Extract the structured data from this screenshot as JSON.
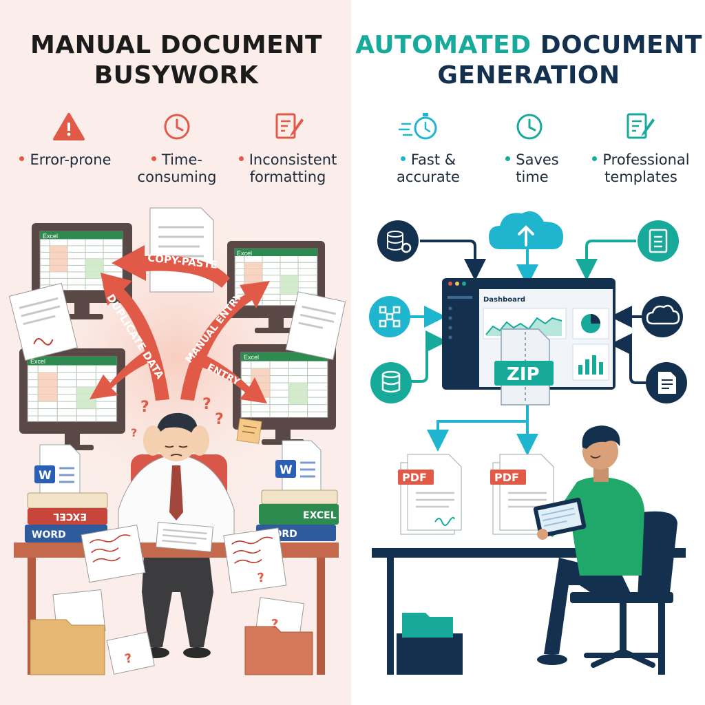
{
  "left": {
    "title_line1": "MANUAL DOCUMENT",
    "title_line2": "BUSYWORK",
    "features": [
      {
        "icon": "warning-icon",
        "line1": "Error-prone",
        "line2": ""
      },
      {
        "icon": "clock-icon",
        "line1": "Time-",
        "line2": "consuming"
      },
      {
        "icon": "edit-document-icon",
        "line1": "Inconsistent",
        "line2": "formatting"
      }
    ],
    "arrow_labels": {
      "copy_paste": "COPY-PASTE",
      "duplicate_data": "DUPLICATE DATA",
      "manual_entry": "MANUAL ENTRY",
      "entry": "ENTRY"
    },
    "screen_label": "Excel",
    "binder_excel": "EXCEL",
    "binder_word": "WORD",
    "binder_excel_left": "EXCEL",
    "word_badge": "W",
    "question": "?",
    "accent": "#e05a47"
  },
  "right": {
    "title_accent": "AUTOMATED",
    "title_rest": "DOCUMENT",
    "title_line2": "GENERATION",
    "features": [
      {
        "icon": "stopwatch-icon",
        "line1": "Fast &",
        "line2": "accurate"
      },
      {
        "icon": "clock-icon",
        "line1": "Saves",
        "line2": "time"
      },
      {
        "icon": "edit-document-icon",
        "line1": "Professional",
        "line2": "templates"
      }
    ],
    "dashboard_title": "Dashboard",
    "zip_label": "ZIP",
    "pdf_label": "PDF",
    "accent_teal": "#17a99a",
    "accent_cyan": "#20b5cf",
    "navy": "#13304f"
  }
}
